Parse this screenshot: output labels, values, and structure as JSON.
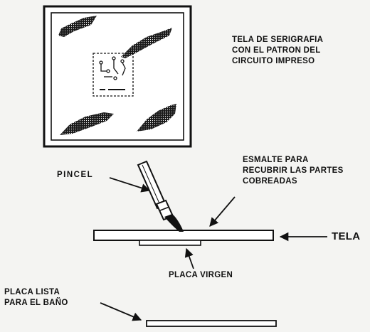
{
  "labels": {
    "screen": [
      "TELA DE SERIGRAFIA",
      "CON EL PATRON DEL",
      "CIRCUITO IMPRESO"
    ],
    "brush": "PINCEL",
    "enamel": [
      "ESMALTE PARA",
      "RECUBRIR LAS PARTES",
      "COBREADAS"
    ],
    "tela": "TELA",
    "blank_board": "PLACA VIRGEN",
    "ready_board": [
      "PLACA LISTA",
      "PARA EL BAÑO"
    ]
  },
  "colors": {
    "ink": "#111111",
    "background": "#f4f4f2",
    "frame_fill": "#ffffff"
  }
}
